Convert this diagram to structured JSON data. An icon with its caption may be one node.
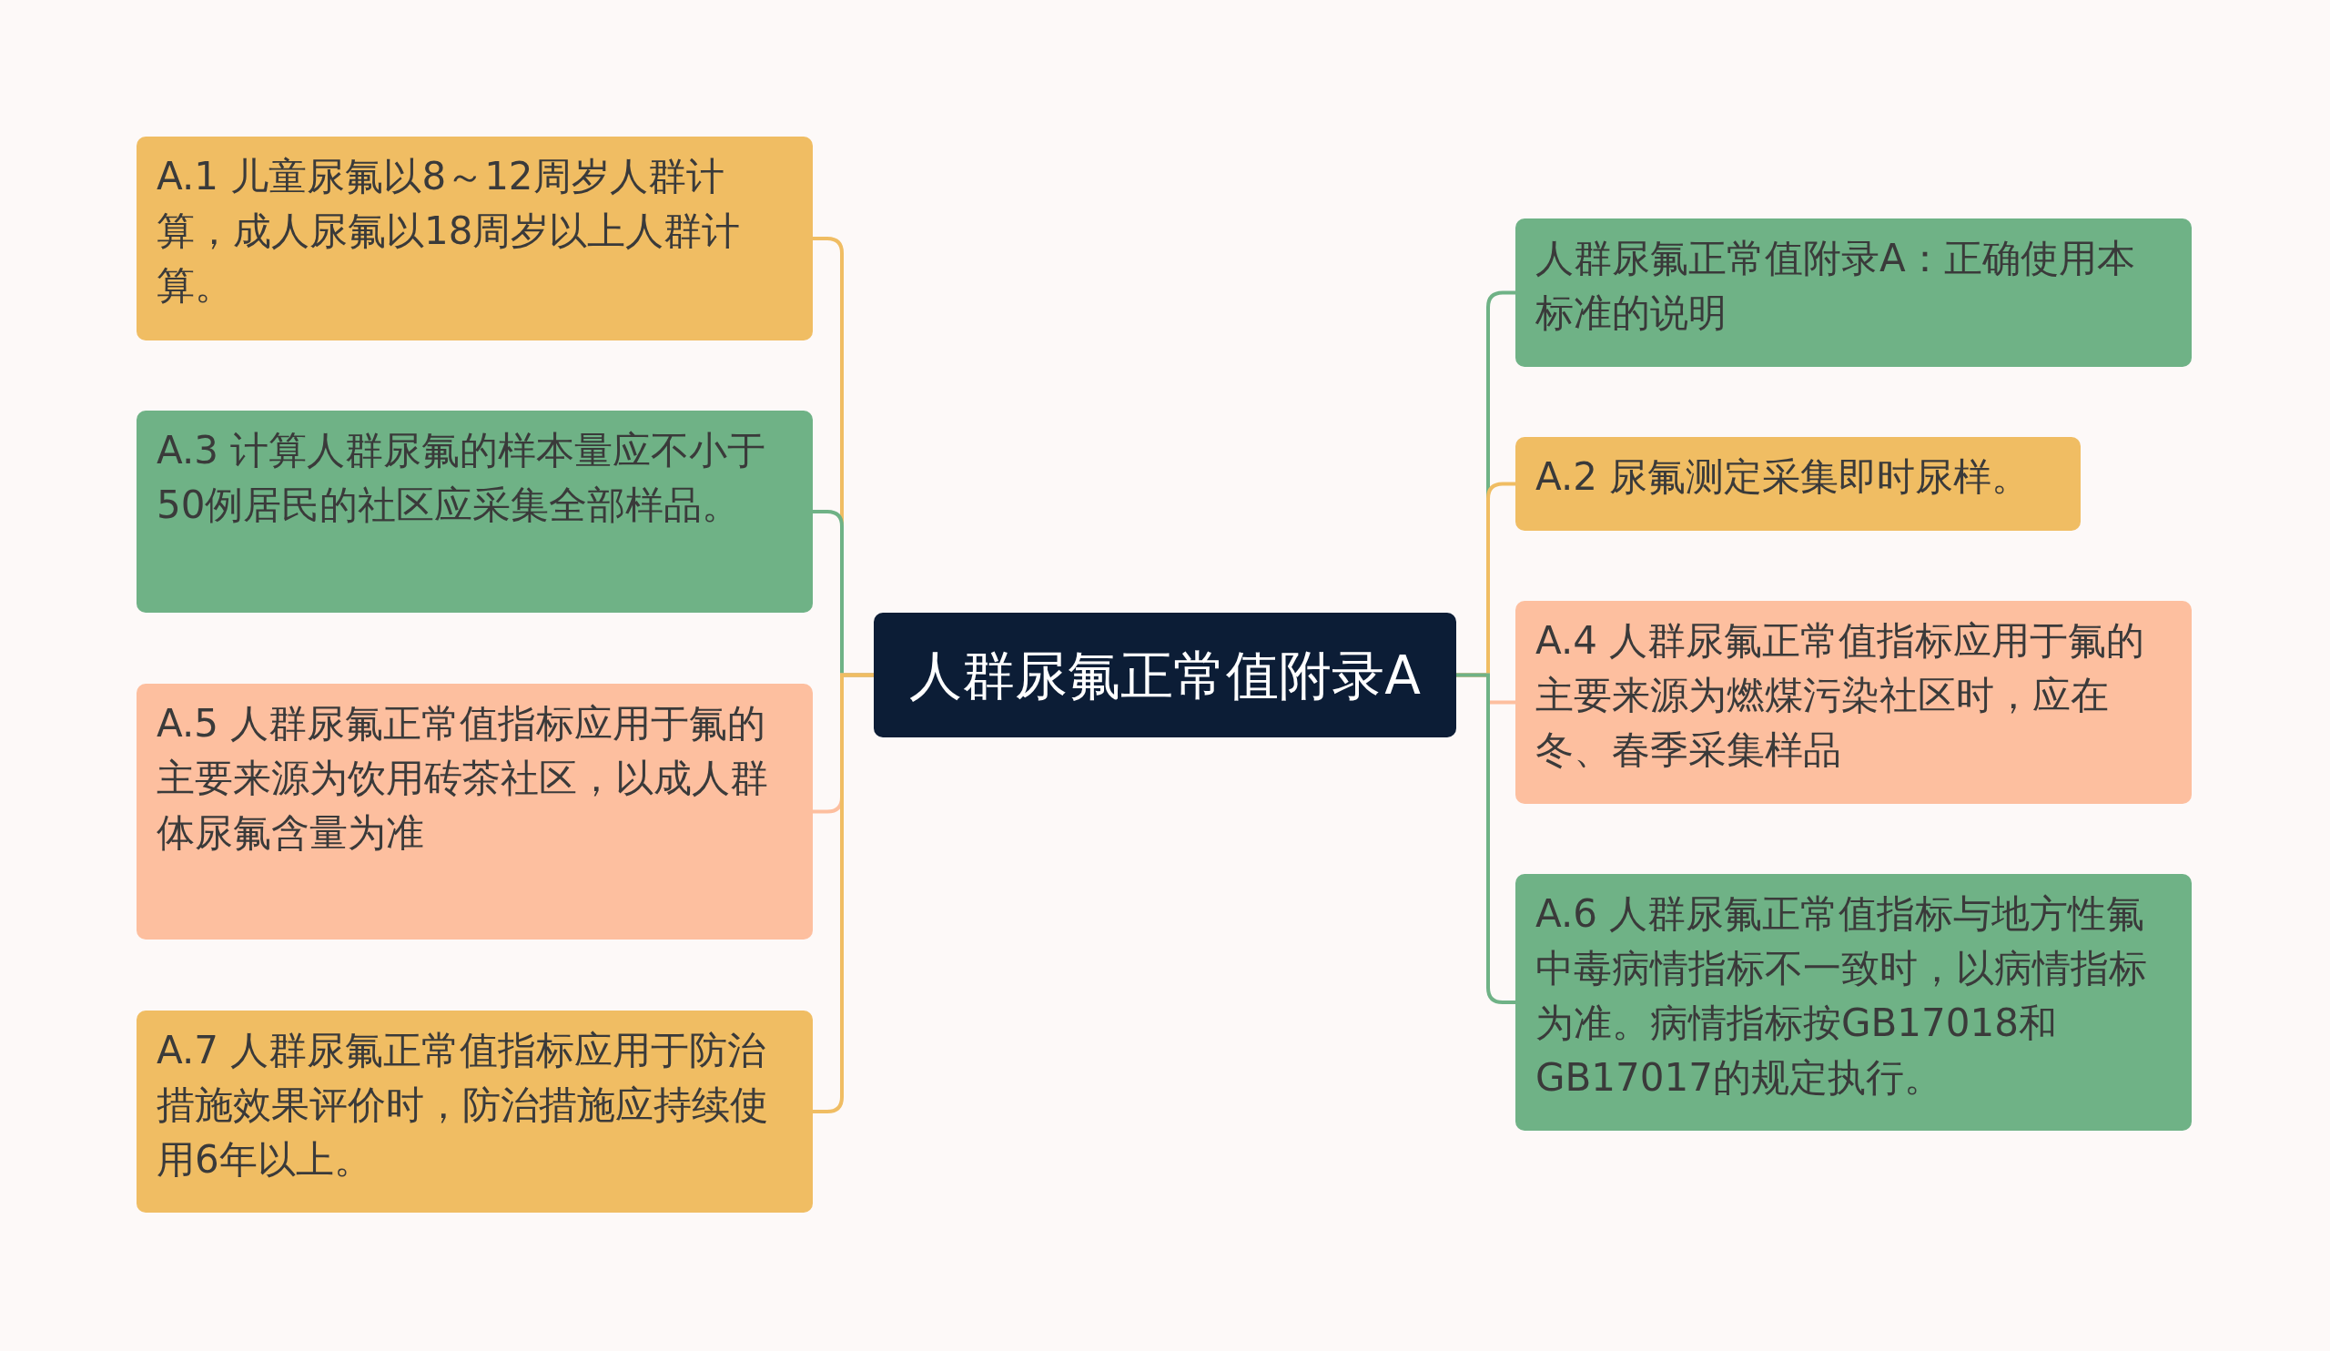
{
  "diagram": {
    "nodes": [
      {
        "text": [
          "人群尿氟正常值附录A"
        ]
      },
      {
        "text": [
          "A.1 儿童尿氟以8～12周岁人群计算，成人尿氟以18周岁以上人群计算。"
        ]
      },
      {
        "text": [
          "A.3 计算人群尿氟的样本量应不小于50例居民的社区应采集全部样品。"
        ]
      },
      {
        "text": [
          "A.5 人群尿氟正常值指标应用于氟的主要来源为饮用砖茶社区，以成人群体尿氟含量为准"
        ]
      },
      {
        "text": [
          "A.7 人群尿氟正常值指标应用于防治措施效果评价时，防治措施应持续使用6年以上。"
        ]
      },
      {
        "text": [
          "人群尿氟正常值附录A：正确使用本标准的说明"
        ]
      },
      {
        "text": [
          "A.2 尿氟测定采集即时尿样。"
        ]
      },
      {
        "text": [
          "A.4 人群尿氟正常值指标应用于氟的主要来源为燃煤污染社区时，应在冬、春季采集样品"
        ]
      },
      {
        "text": [
          "A.6 人群尿氟正常值指标与地方性氟中毒病情指标不一致时，以病情指标为准。病情指标按GB17018和GB17017的规定执行。"
        ]
      }
    ],
    "edges": [
      {
        "from": 0,
        "to": 1,
        "arrow": "none",
        "color": "#f0bd63"
      },
      {
        "from": 0,
        "to": 2,
        "arrow": "none",
        "color": "#6fb286"
      },
      {
        "from": 0,
        "to": 3,
        "arrow": "none",
        "color": "#fdbf9f"
      },
      {
        "from": 0,
        "to": 4,
        "arrow": "none",
        "color": "#f0bd63"
      },
      {
        "from": 0,
        "to": 5,
        "arrow": "none",
        "color": "#6fb286"
      },
      {
        "from": 0,
        "to": 6,
        "arrow": "none",
        "color": "#f0bd63"
      },
      {
        "from": 0,
        "to": 7,
        "arrow": "none",
        "color": "#fdbf9f"
      },
      {
        "from": 0,
        "to": 8,
        "arrow": "none",
        "color": "#6fb286"
      }
    ]
  }
}
